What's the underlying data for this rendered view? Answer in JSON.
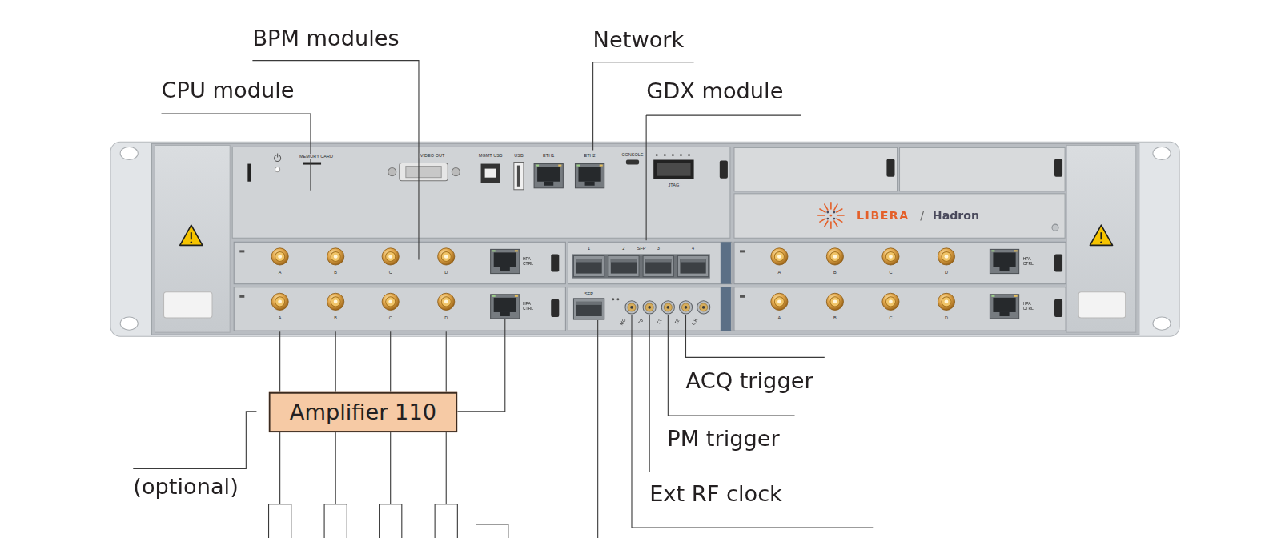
{
  "diagram": {
    "nodes": [
      {
        "text": [
          "Amplifier 110"
        ]
      }
    ],
    "labels": [
      "BPM modules",
      "Network",
      "CPU module",
      "GDX module",
      "MEMORY CARD",
      "VIDEO OUT",
      "MGMT USB",
      "USB",
      "ETH1",
      "ETH2",
      "CONSOLE",
      "JTAG",
      "LIBERA",
      "/",
      "Hadron",
      "A",
      "B",
      "C",
      "D",
      "HPA CTRL",
      "1",
      "2",
      "SFP",
      "3",
      "4",
      "A",
      "B",
      "C",
      "D",
      "HPA CTRL",
      "A",
      "B",
      "C",
      "D",
      "HPA CTRL",
      "SFP",
      "MC",
      "T0",
      "T1",
      "T2",
      "ILK",
      "A",
      "B",
      "C",
      "D",
      "HPA CTRL",
      "ACQ trigger",
      "PM trigger",
      "Ext RF clock",
      "(optional)"
    ]
  }
}
